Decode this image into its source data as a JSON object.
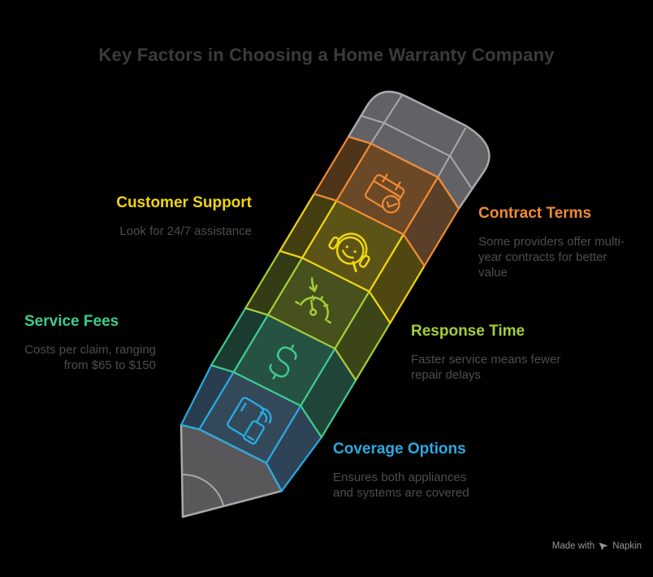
{
  "title": {
    "text": "Key Factors in Choosing a Home Warranty Company",
    "color": "#3B3B3D"
  },
  "text": {
    "body_color": "#4D4D4F"
  },
  "factors": [
    {
      "id": "customer-support",
      "label": "Customer Support",
      "color": "#F2D50E",
      "description": "Look for 24/7 assistance",
      "lines": [
        "Look for 24/7 assistance"
      ],
      "icon": "headset-icon",
      "side": "left"
    },
    {
      "id": "contract-terms",
      "label": "Contract Terms",
      "color": "#EE8B35",
      "description": "Some providers offer multi-year contracts for better value",
      "lines": [
        "Some providers offer multi-",
        "year contracts for better",
        "value"
      ],
      "icon": "calendar-check-icon",
      "side": "right"
    },
    {
      "id": "service-fees",
      "label": "Service Fees",
      "color": "#3FCB8F",
      "description": "Costs per claim, ranging from $65 to $150",
      "lines": [
        "Costs per claim, ranging",
        "from $65 to $150"
      ],
      "icon": "dollar-icon",
      "side": "left"
    },
    {
      "id": "response-time",
      "label": "Response Time",
      "color": "#A5CE39",
      "description": "Faster service means fewer repair delays",
      "lines": [
        "Faster service means fewer",
        "repair delays"
      ],
      "icon": "gauge-icon",
      "side": "right"
    },
    {
      "id": "coverage-options",
      "label": "Coverage Options",
      "color": "#29ABE2",
      "description": "Ensures both appliances and systems are covered",
      "lines": [
        "Ensures both appliances",
        "and systems are covered"
      ],
      "icon": "fridge-phone-icon",
      "side": "right"
    }
  ],
  "pencil": {
    "tip_fill": "#58585A",
    "tip_stroke": "#A9A9AC",
    "cap_fill": "#626266",
    "cap_stroke": "#A9A9AC",
    "segments": [
      {
        "factor": "contract-terms",
        "color": "#EE8B35",
        "front": "#6B4826",
        "left": "#4E3419",
        "right": "#5A4028"
      },
      {
        "factor": "customer-support",
        "color": "#F2D50E",
        "front": "#5C5416",
        "left": "#433D10",
        "right": "#4E4712"
      },
      {
        "factor": "response-time",
        "color": "#A5CE39",
        "front": "#46511D",
        "left": "#333C15",
        "right": "#3B4518"
      },
      {
        "factor": "service-fees",
        "color": "#3FCB8F",
        "front": "#265243",
        "left": "#1B3B30",
        "right": "#204538"
      },
      {
        "factor": "coverage-options",
        "color": "#29ABE2",
        "front": "#33495A",
        "left": "#283E4E",
        "right": "#2E4456"
      }
    ]
  },
  "footer": {
    "prefix": "Made with",
    "brand": "Napkin",
    "color": "#97979A"
  }
}
